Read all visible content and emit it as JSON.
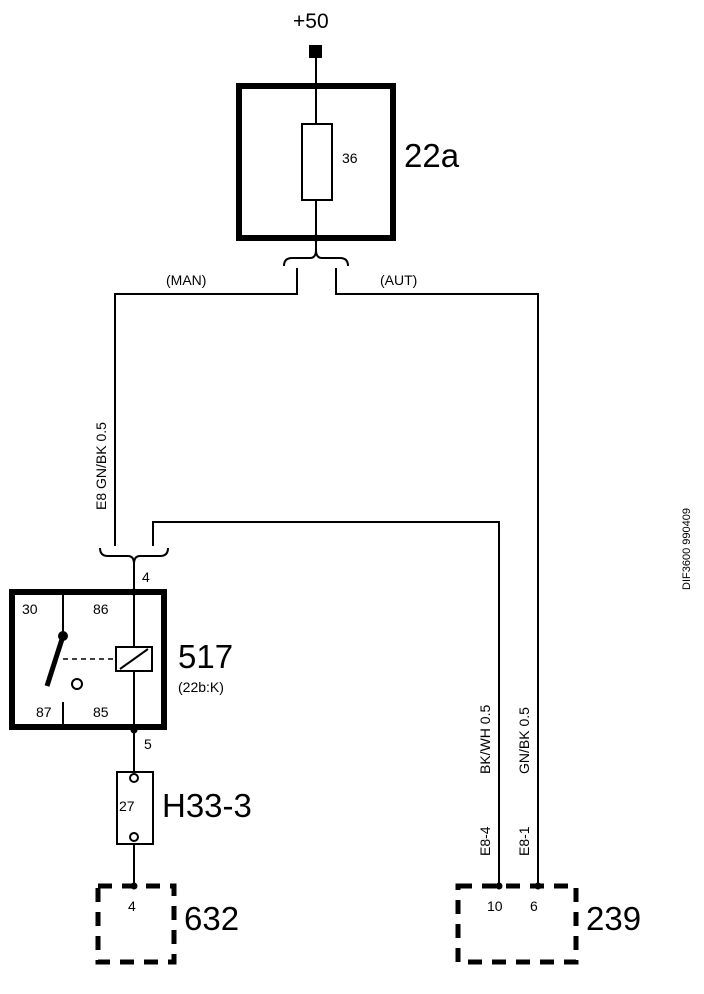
{
  "supply": {
    "label": "+50"
  },
  "fuse_box": {
    "id": "22a",
    "fuse_number": "36"
  },
  "branches": {
    "manual": "(MAN)",
    "automatic": "(AUT)"
  },
  "wires": {
    "feed_man": "E8  GN/BK 0.5",
    "to_239_a_color": "BK/WH 0.5",
    "to_239_a_ref": "E8-4",
    "to_239_b_color": "GN/BK 0.5",
    "to_239_b_ref": "E8-1"
  },
  "relay": {
    "id": "517",
    "sub": "(22b:K)",
    "pin_in": "4",
    "pin_out": "5",
    "terminals": [
      "30",
      "86",
      "87",
      "85"
    ]
  },
  "connector_h33": {
    "id": "H33-3",
    "pin": "27"
  },
  "component_632": {
    "id": "632",
    "pin": "4"
  },
  "component_239": {
    "id": "239",
    "pin_a": "10",
    "pin_b": "6"
  },
  "doc_ref": "DIF3600 990409"
}
